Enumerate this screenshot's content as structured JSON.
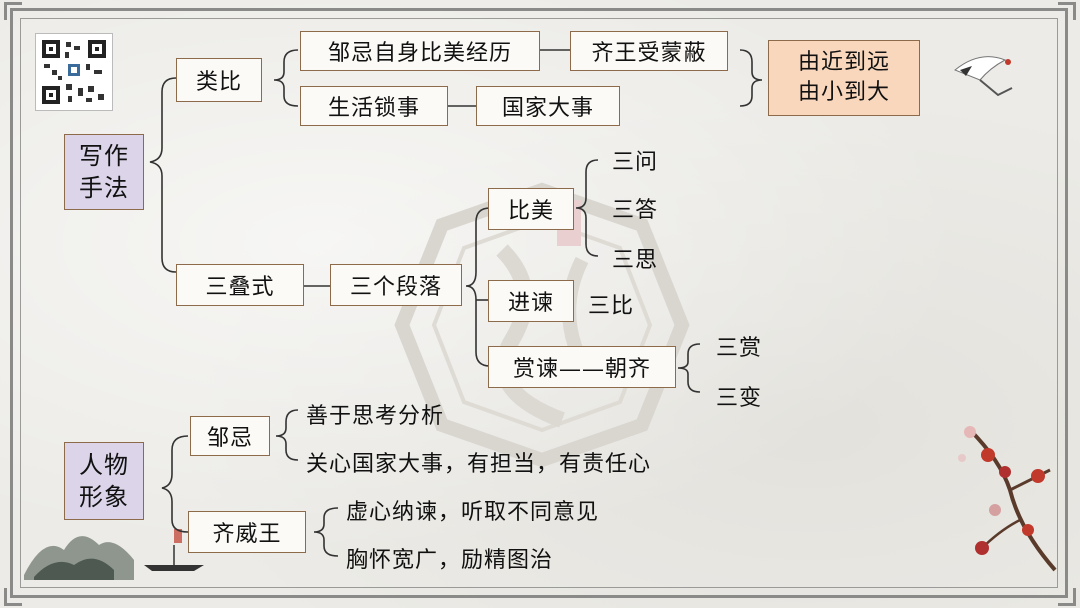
{
  "writing_methods": {
    "label": "写作\n手法",
    "analogy": {
      "label": "类比",
      "row1": {
        "left": "邹忌自身比美经历",
        "right": "齐王受蒙蔽"
      },
      "row2": {
        "left": "生活锁事",
        "right": "国家大事"
      },
      "result": "由近到远\n由小到大"
    },
    "three_fold": {
      "label": "三叠式",
      "paragraphs": "三个段落",
      "beauty": {
        "label": "比美",
        "items": [
          "三问",
          "三答",
          "三思"
        ]
      },
      "advise": {
        "label": "进谏",
        "item": "三比"
      },
      "reward": {
        "label": "赏谏——朝齐",
        "items": [
          "三赏",
          "三变"
        ]
      }
    }
  },
  "characters": {
    "label": "人物\n形象",
    "zouji": {
      "label": "邹忌",
      "traits": [
        "善于思考分析",
        "关心国家大事，有担当，有责任心"
      ]
    },
    "qiweiwang": {
      "label": "齐威王",
      "traits": [
        "虚心纳谏，听取不同意见",
        "胸怀宽广，励精图治"
      ]
    }
  }
}
